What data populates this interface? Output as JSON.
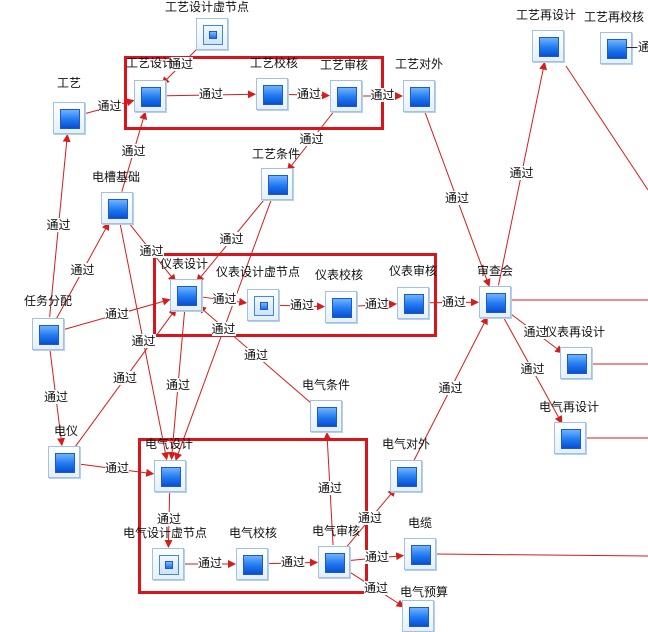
{
  "edge_label": "通过",
  "nodes": [
    {
      "id": "gy_virtual",
      "label": "工艺设计虚节点",
      "virtual": true
    },
    {
      "id": "gy_redesign",
      "label": "工艺再设计"
    },
    {
      "id": "gy_recheck",
      "label": "工艺再校核"
    },
    {
      "id": "gy",
      "label": "工艺"
    },
    {
      "id": "gy_design",
      "label": "工艺设计"
    },
    {
      "id": "gy_check",
      "label": "工艺校核"
    },
    {
      "id": "gy_review",
      "label": "工艺审核"
    },
    {
      "id": "gy_external",
      "label": "工艺对外"
    },
    {
      "id": "gy_cond",
      "label": "工艺条件"
    },
    {
      "id": "dianchao",
      "label": "电槽基础"
    },
    {
      "id": "renwu",
      "label": "任务分配"
    },
    {
      "id": "yb_design",
      "label": "仪表设计"
    },
    {
      "id": "yb_virtual",
      "label": "仪表设计虚节点",
      "virtual": true
    },
    {
      "id": "yb_check",
      "label": "仪表校核"
    },
    {
      "id": "yb_review",
      "label": "仪表审核"
    },
    {
      "id": "shencha",
      "label": "审查会"
    },
    {
      "id": "yb_redesign",
      "label": "仪表再设计"
    },
    {
      "id": "dianyi",
      "label": "电仪"
    },
    {
      "id": "dq_cond",
      "label": "电气条件"
    },
    {
      "id": "dq_redesign",
      "label": "电气再设计"
    },
    {
      "id": "dq_design",
      "label": "电气设计"
    },
    {
      "id": "dq_external",
      "label": "电气对外"
    },
    {
      "id": "dq_virtual",
      "label": "电气设计虚节点",
      "virtual": true
    },
    {
      "id": "dq_check",
      "label": "电气校核"
    },
    {
      "id": "dq_review",
      "label": "电气审核"
    },
    {
      "id": "dianlan",
      "label": "电缆"
    },
    {
      "id": "dq_budget",
      "label": "电气预算"
    }
  ],
  "edges": [
    [
      "renwu",
      "gy"
    ],
    [
      "renwu",
      "dianchao"
    ],
    [
      "renwu",
      "yb_design"
    ],
    [
      "renwu",
      "dianyi"
    ],
    [
      "gy",
      "gy_design"
    ],
    [
      "dianchao",
      "gy_design"
    ],
    [
      "dianchao",
      "yb_design"
    ],
    [
      "dianchao",
      "dq_design"
    ],
    [
      "gy_design",
      "gy_check"
    ],
    [
      "gy_check",
      "gy_review"
    ],
    [
      "gy_review",
      "gy_external"
    ],
    [
      "gy_review",
      "gy_cond"
    ],
    [
      "gy_cond",
      "yb_design"
    ],
    [
      "gy_cond",
      "dq_design"
    ],
    [
      "gy_external",
      "shencha"
    ],
    [
      "yb_design",
      "yb_virtual"
    ],
    [
      "yb_virtual",
      "yb_check"
    ],
    [
      "yb_check",
      "yb_review"
    ],
    [
      "yb_review",
      "shencha"
    ],
    [
      "yb_design",
      "dq_design"
    ],
    [
      "dianyi",
      "dq_design"
    ],
    [
      "dianyi",
      "yb_design"
    ],
    [
      "dq_cond",
      "yb_design"
    ],
    [
      "dq_design",
      "dq_virtual"
    ],
    [
      "dq_virtual",
      "dq_check"
    ],
    [
      "dq_check",
      "dq_review"
    ],
    [
      "dq_review",
      "dq_cond"
    ],
    [
      "dq_review",
      "dq_external"
    ],
    [
      "dq_review",
      "dianlan"
    ],
    [
      "dq_review",
      "dq_budget"
    ],
    [
      "dq_external",
      "shencha"
    ],
    [
      "shencha",
      "gy_redesign"
    ],
    [
      "shencha",
      "yb_redesign"
    ],
    [
      "shencha",
      "dq_redesign"
    ],
    [
      "gy_virtual",
      "gy_design"
    ]
  ],
  "partial_label": "—通"
}
